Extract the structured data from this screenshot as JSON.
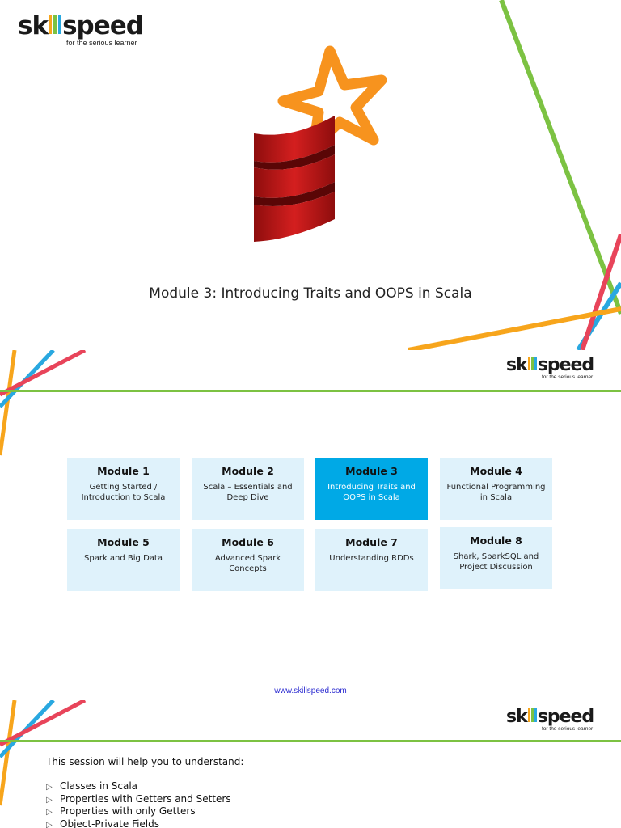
{
  "brand": {
    "logo_part1": "sk",
    "logo_part2": "ll",
    "logo_part3": "speed",
    "tagline": "for the serious learner",
    "colors": {
      "orange": "#f7a51c",
      "green": "#7cc242",
      "blue": "#29a8e0",
      "pink": "#e8445a",
      "red": "#c41e1e"
    }
  },
  "slide1": {
    "logo_icon": "scala-logo-with-star-icon",
    "title": "Module 3: Introducing Traits and OOPS in Scala"
  },
  "slide2": {
    "modules": [
      {
        "title": "Module 1",
        "desc": "Getting Started / Introduction to Scala",
        "active": false
      },
      {
        "title": "Module 2",
        "desc": "Scala – Essentials and Deep Dive",
        "active": false
      },
      {
        "title": "Module 3",
        "desc": "Introducing Traits and OOPS in Scala",
        "active": true
      },
      {
        "title": "Module 4",
        "desc": "Functional Programming in Scala",
        "active": false
      },
      {
        "title": "Module 5",
        "desc": "Spark and Big Data",
        "active": false
      },
      {
        "title": "Module 6",
        "desc": "Advanced Spark Concepts",
        "active": false
      },
      {
        "title": "Module 7",
        "desc": "Understanding RDDs",
        "active": false
      },
      {
        "title": "Module 8",
        "desc": "Shark, SparkSQL and Project Discussion",
        "active": false
      }
    ],
    "footer_link": "www.skillspeed.com"
  },
  "slide3": {
    "intro": "This session will help you to understand:",
    "bullets": [
      "Classes in Scala",
      "Properties with Getters and Setters",
      "Properties with only Getters",
      "Object-Private Fields"
    ]
  }
}
